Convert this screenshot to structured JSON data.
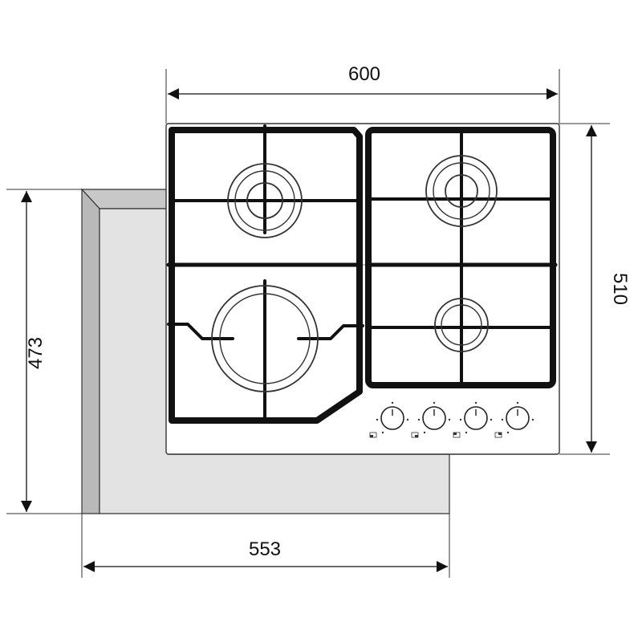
{
  "dimensions": {
    "hob_width": "600",
    "hob_depth": "510",
    "cutout_width": "553",
    "cutout_depth": "473"
  },
  "control_panel": {
    "knob_count": 4
  },
  "colors": {
    "grate": "#111111",
    "cutout_fill": "#e3e3e3",
    "cutout_side": "#b9b9b9",
    "line": "#222222"
  }
}
